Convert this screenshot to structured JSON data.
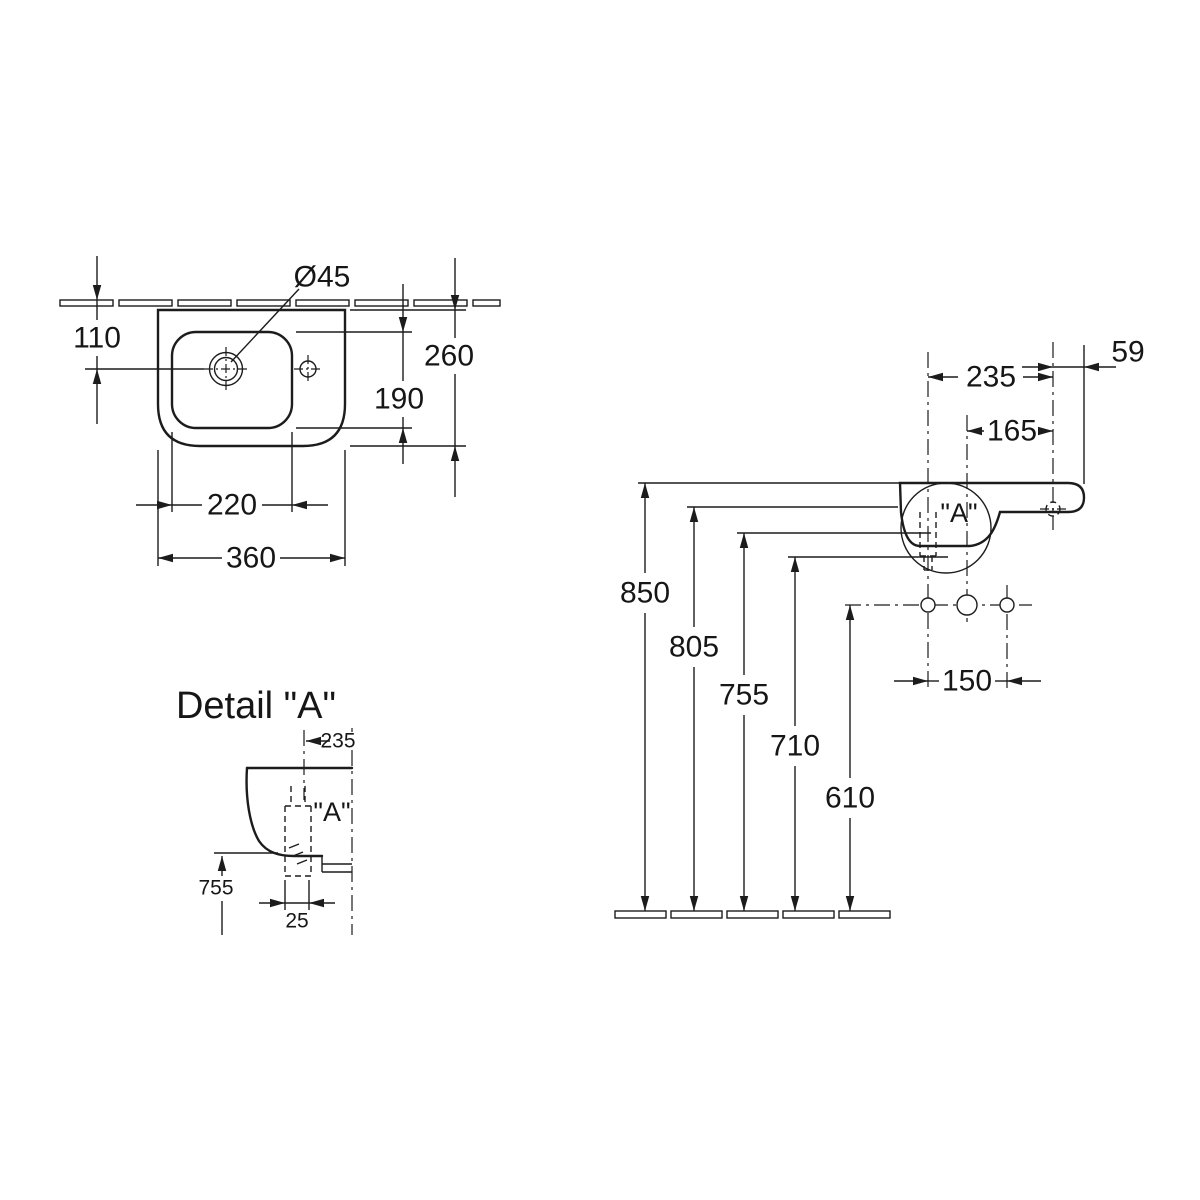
{
  "drawing": {
    "top_view": {
      "diameter_label": "Ø45",
      "dims": {
        "d110": "110",
        "d260": "260",
        "d190": "190",
        "d220": "220",
        "d360": "360"
      }
    },
    "detail_view": {
      "title": "Detail \"A\"",
      "ref_label": "\"A\"",
      "dims": {
        "d235": "235",
        "d755": "755",
        "d25": "25"
      }
    },
    "front_view": {
      "ref_label": "\"A\"",
      "dims": {
        "d59": "59",
        "d235": "235",
        "d165": "165",
        "d150": "150",
        "d850": "850",
        "d805": "805",
        "d755": "755",
        "d710": "710",
        "d610": "610"
      }
    }
  }
}
